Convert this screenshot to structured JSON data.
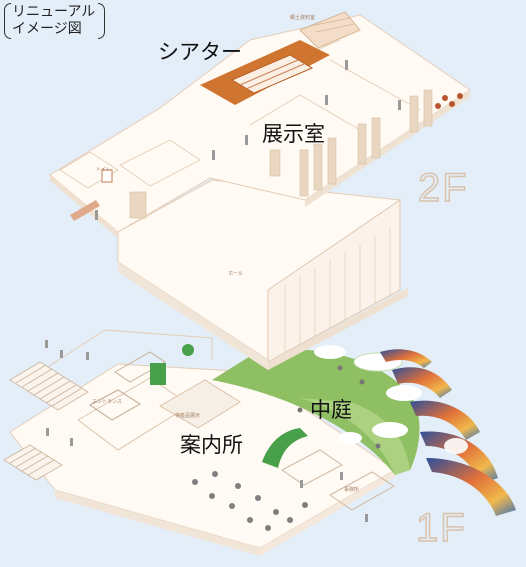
{
  "badge": {
    "line1": "リニューアル",
    "line2": "イメージ図"
  },
  "labels": {
    "theater": "シアター",
    "exhibition": "展示室",
    "courtyard": "中庭",
    "information": "案内所"
  },
  "floors": {
    "upper": "2F",
    "lower": "1F"
  },
  "small_text": {
    "top_room": "郷土資料室",
    "hall": "ホール",
    "toilet": "トイレ",
    "special": "特産品展示",
    "entrance": "エントランス",
    "office": "事務所"
  },
  "colors": {
    "background": "#e3eef8",
    "floor_fill": "#fffaf4",
    "line": "#e7cdb6",
    "theater": "#d0752f",
    "courtyard": "#8fbf63",
    "courtyard_light": "#b8d98d",
    "accent_green": "#48a04a",
    "floor_text": "#d9c3ad"
  }
}
